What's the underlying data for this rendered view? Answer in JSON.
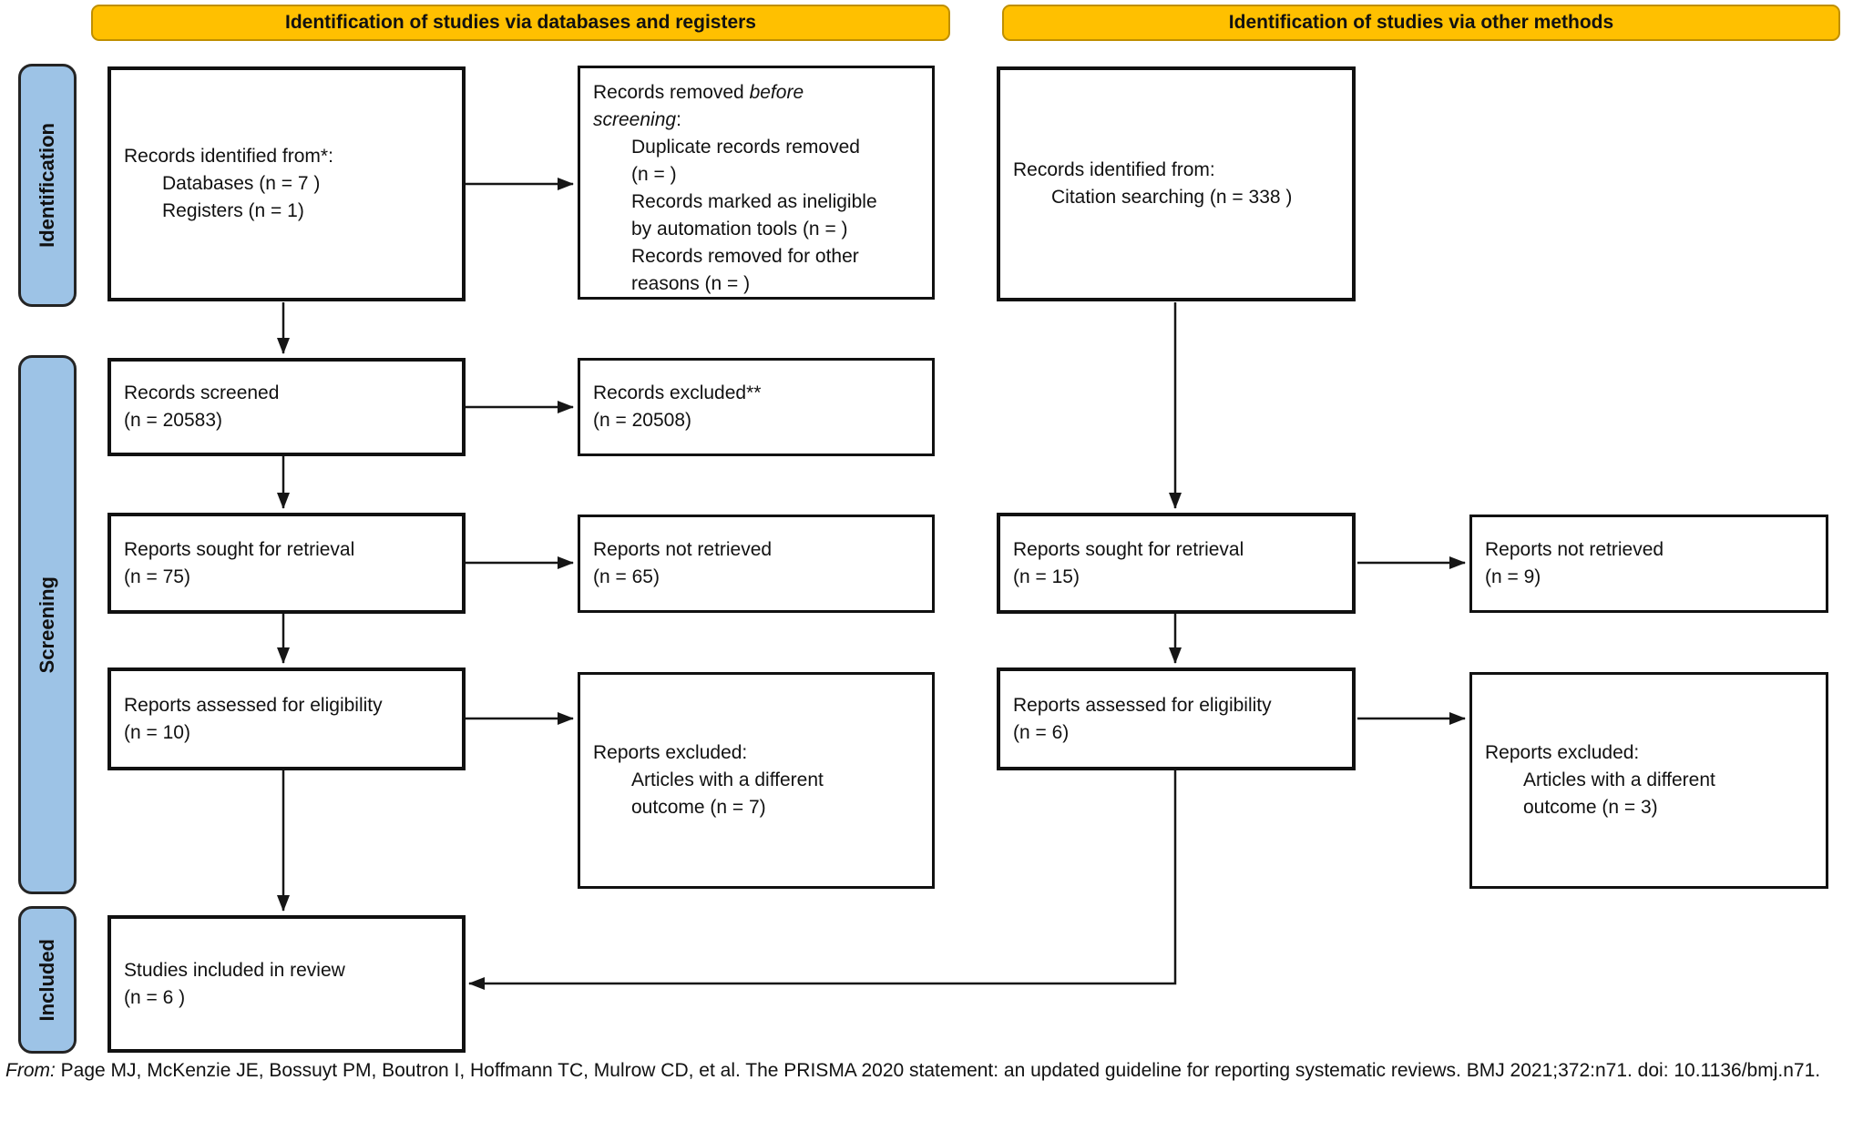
{
  "banners": {
    "databases": "Identification of studies via databases and registers",
    "other": "Identification of studies via other methods"
  },
  "stages": {
    "identification": "Identification",
    "screening": "Screening",
    "included": "Included"
  },
  "left": {
    "identified": {
      "l1": "Records identified from*:",
      "l2": "Databases (n = 7 )",
      "l3": "Registers (n = 1)"
    },
    "removed": {
      "l1_normal": "Records removed ",
      "l1_italic": "before",
      "l2_italic": "screening",
      "l2_normal": ":",
      "l3": "Duplicate records removed",
      "l4": "(n = )",
      "l5": "Records marked as ineligible",
      "l6": "by automation tools (n = )",
      "l7": "Records removed for other",
      "l8": "reasons (n = )"
    },
    "screened": {
      "l1": "Records screened",
      "l2": "(n = 20583)"
    },
    "excluded_screening": {
      "l1": "Records excluded**",
      "l2": "(n = 20508)"
    },
    "sought": {
      "l1": "Reports sought for retrieval",
      "l2": "(n = 75)"
    },
    "not_retrieved": {
      "l1": "Reports not retrieved",
      "l2": "(n = 65)"
    },
    "assessed": {
      "l1": "Reports assessed for eligibility",
      "l2": "(n = 10)"
    },
    "excluded_eligibility": {
      "l1": "Reports excluded:",
      "l2": "Articles with a different",
      "l3": "outcome (n = 7)"
    },
    "included": {
      "l1": "Studies included in review",
      "l2": "(n = 6 )"
    }
  },
  "right": {
    "identified": {
      "l1": "Records identified from:",
      "l2": "Citation searching (n = 338 )"
    },
    "sought": {
      "l1": "Reports sought for retrieval",
      "l2": "(n = 15)"
    },
    "not_retrieved": {
      "l1": "Reports not retrieved",
      "l2": "(n = 9)"
    },
    "assessed": {
      "l1": "Reports assessed for eligibility",
      "l2": "(n = 6)"
    },
    "excluded_eligibility": {
      "l1": "Reports excluded:",
      "l2": "Articles with a different",
      "l3": "outcome (n = 3)"
    }
  },
  "footer": {
    "from_italic": "From:",
    "citation": " Page MJ, McKenzie JE, Bossuyt PM, Boutron I, Hoffmann TC, Mulrow CD, et al. The PRISMA 2020 statement: an updated guideline for reporting systematic reviews. BMJ 2021;372:n71. doi: 10.1136/bmj.n71."
  },
  "colors": {
    "banner_fill": "#FFC000",
    "banner_border": "#BF8F00",
    "stage_fill": "#9DC3E6",
    "line_color": "#161616"
  }
}
